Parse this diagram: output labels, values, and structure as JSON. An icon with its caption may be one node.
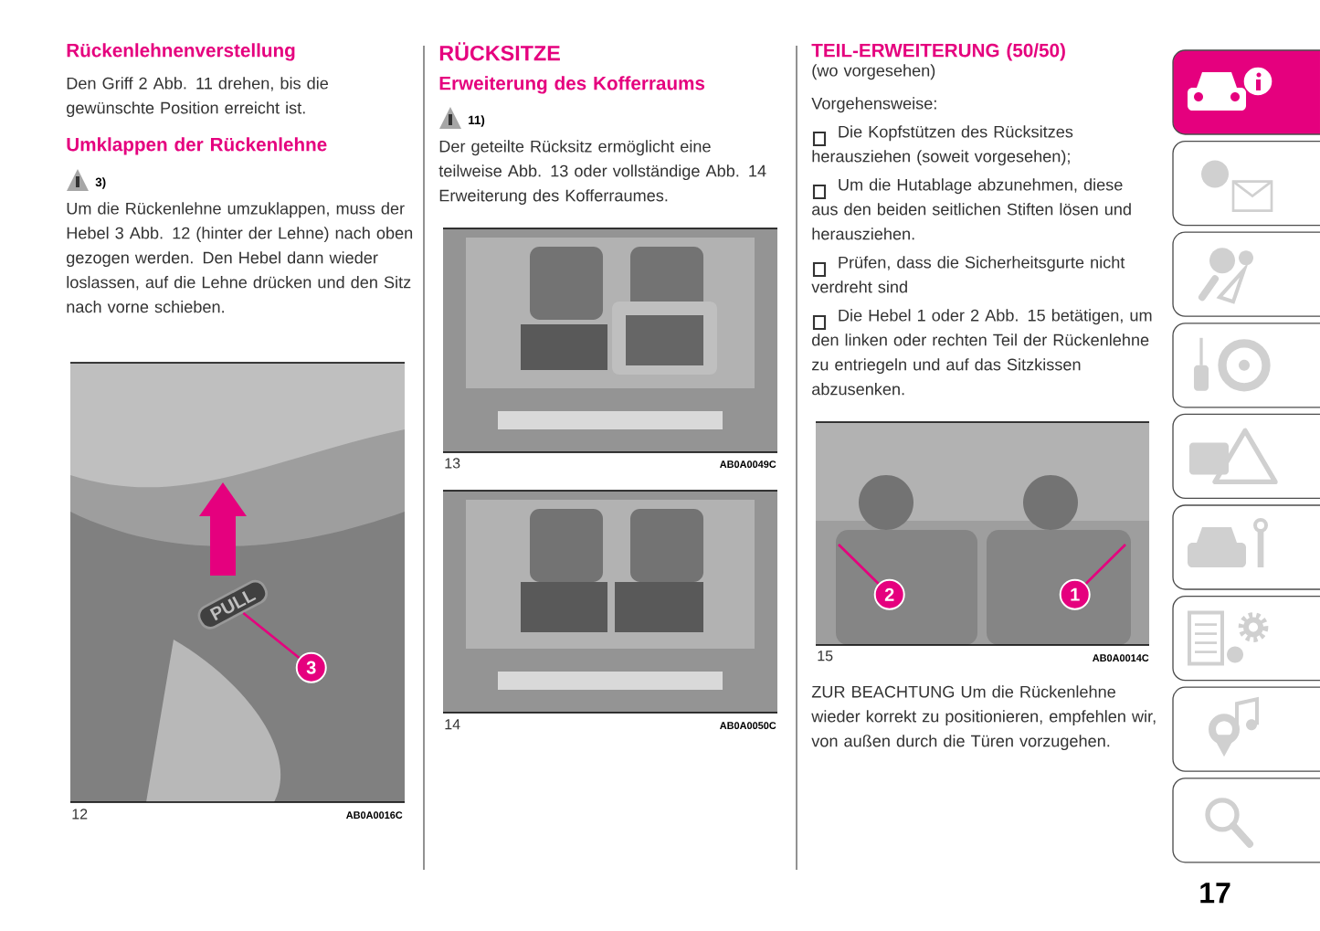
{
  "diagram": {
    "nodes": [
      {
        "text": [],
        "shape": "picture"
      },
      {
        "text": [
          "3"
        ],
        "in": 0
      },
      {
        "text": [
          "PULL"
        ],
        "in": 0
      },
      {
        "text": [],
        "shape": "picture"
      },
      {
        "text": [
          "2"
        ],
        "in": 3
      },
      {
        "text": [
          "1"
        ],
        "in": 3
      }
    ],
    "edges": [
      {
        "from": 1,
        "to": 2,
        "arrow": "none"
      },
      {
        "from": 4,
        "to": null,
        "arrow": "none"
      },
      {
        "from": 5,
        "to": null,
        "arrow": "none"
      }
    ],
    "labels": [
      "Rückenlehnenverstellung",
      "Den Griff 2 Abb. 11 drehen, bis die gewünschte Position erreicht ist.",
      "Umklappen der Rückenlehne",
      "3)",
      "Um die Rückenlehne umzuklappen, muss der Hebel 3 Abb. 12 (hinter der Lehne) nach oben gezogen werden. Den Hebel dann wieder loslassen, auf die Lehne drücken und den Sitz nach vorne schieben.",
      "12",
      "AB0A0016C",
      "RÜCKSITZE",
      "Erweiterung des Kofferraums",
      "11)",
      "Der geteilte Rücksitz ermöglicht eine teilweise Abb. 13 oder vollständige Abb. 14 Erweiterung des Kofferraumes.",
      "13",
      "AB0A0049C",
      "14",
      "AB0A0050C",
      "TEIL-ERWEITERUNG (50/50)",
      "(wo vorgesehen)",
      "Vorgehensweise:",
      "Die Kopfstützen des Rücksitzes herausziehen (soweit vorgesehen);",
      "Um die Hutablage abzunehmen, diese aus den beiden seitlichen Stiften lösen und herausziehen.",
      "Prüfen, dass die Sicherheitsgurte nicht verdreht sind",
      "Die Hebel 1 oder 2 Abb. 15 betätigen, um den linken oder rechten Teil der Rückenlehne zu entriegeln und auf das Sitzkissen abzusenken.",
      "15",
      "AB0A0014C",
      "ZUR BEACHTUNG Um die Rückenlehne wieder korrekt zu positionieren, empfehlen wir, von außen durch die Türen vorzugehen.",
      "17"
    ]
  }
}
